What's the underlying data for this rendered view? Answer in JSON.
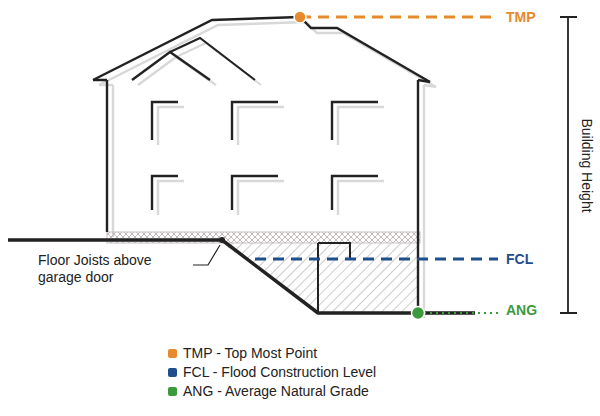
{
  "diagram": {
    "labels": [
      "TMP",
      "Building Height",
      "FCL",
      "ANG",
      "Floor Joists above garage door"
    ],
    "legend": [
      {
        "text": "TMP - Top Most Point",
        "color": "#e8892b"
      },
      {
        "text": "FCL - Flood Construction Level",
        "color": "#1f4e8c"
      },
      {
        "text": "ANG - Average Natural Grade",
        "color": "#3c9a3c"
      }
    ]
  }
}
